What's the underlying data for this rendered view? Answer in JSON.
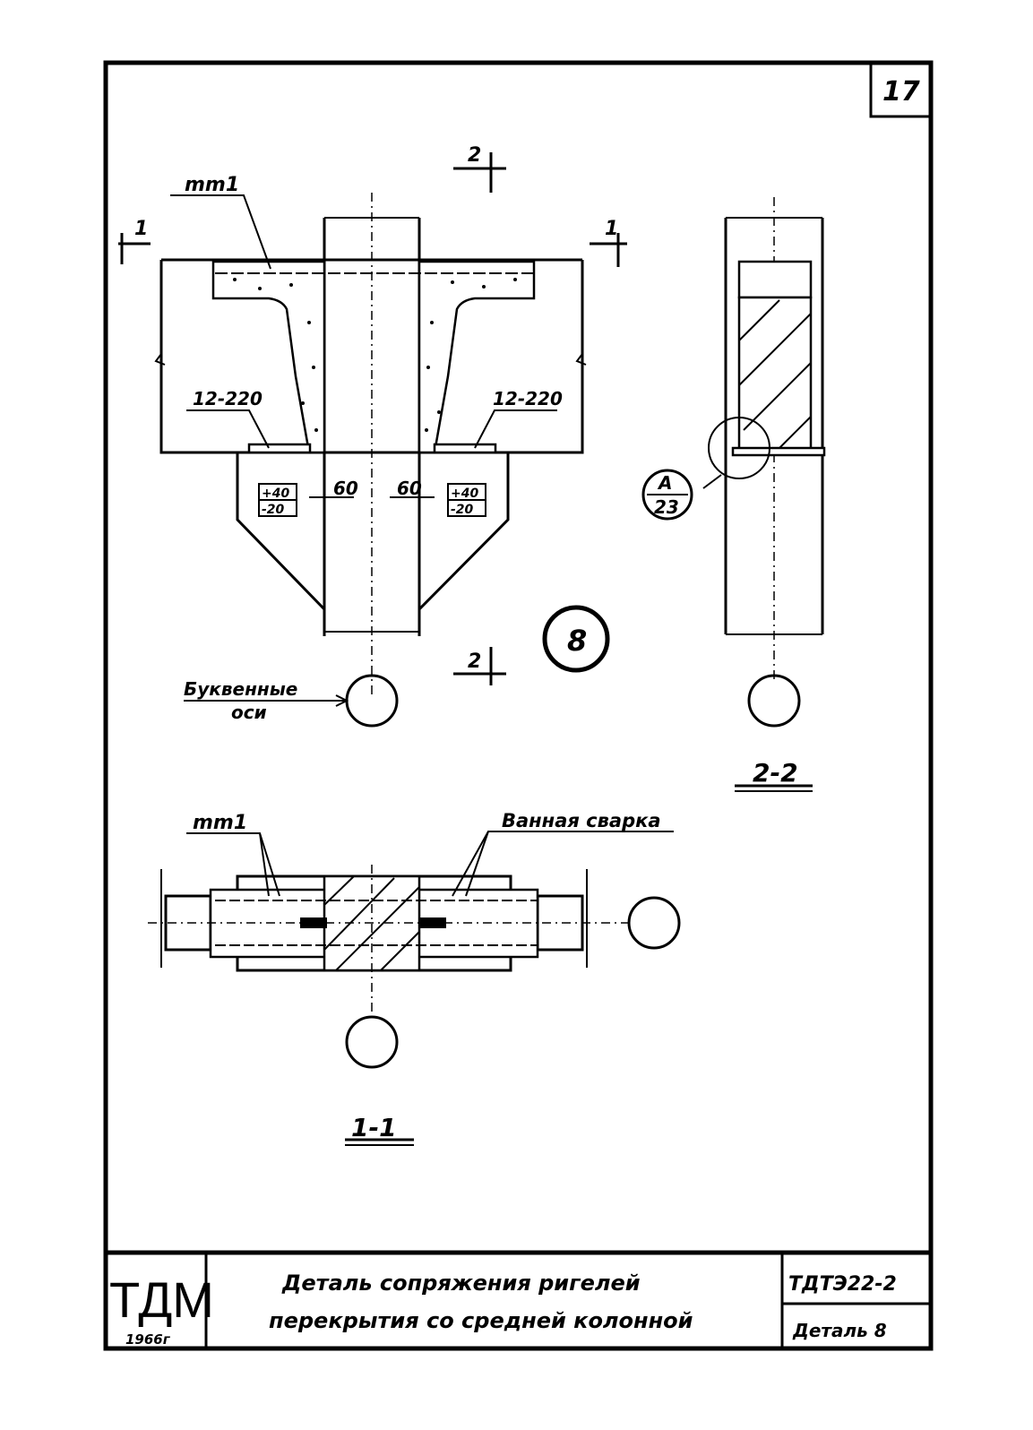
{
  "sheet": {
    "page_number": "17",
    "detail_marker": "8"
  },
  "elevation": {
    "section_marks": {
      "top": "2",
      "bottom": "2",
      "left": "1",
      "right": "1"
    },
    "labels": {
      "mm1": "mm1",
      "rebar_left": "12-220",
      "rebar_right": "12-220",
      "gap_left": "60",
      "gap_right": "60",
      "tol_left_top": "+40",
      "tol_left_bottom": "-20",
      "tol_right_top": "+40",
      "tol_right_bottom": "-20",
      "axes_line1": "Буквенные",
      "axes_line2": "оси"
    }
  },
  "section_2_2": {
    "title": "2-2",
    "callout_top": "А",
    "callout_bottom": "23"
  },
  "section_1_1": {
    "title": "1-1",
    "mm1": "mm1",
    "weld": "Ванная сварка"
  },
  "title_block": {
    "logo": "ТДМ",
    "year": "1966г",
    "title_line1": "Деталь   сопряжения ригелей",
    "title_line2": "перекрытия со средней колонной",
    "code": "ТДТЭ22-2",
    "sheet_name": "Деталь 8"
  }
}
